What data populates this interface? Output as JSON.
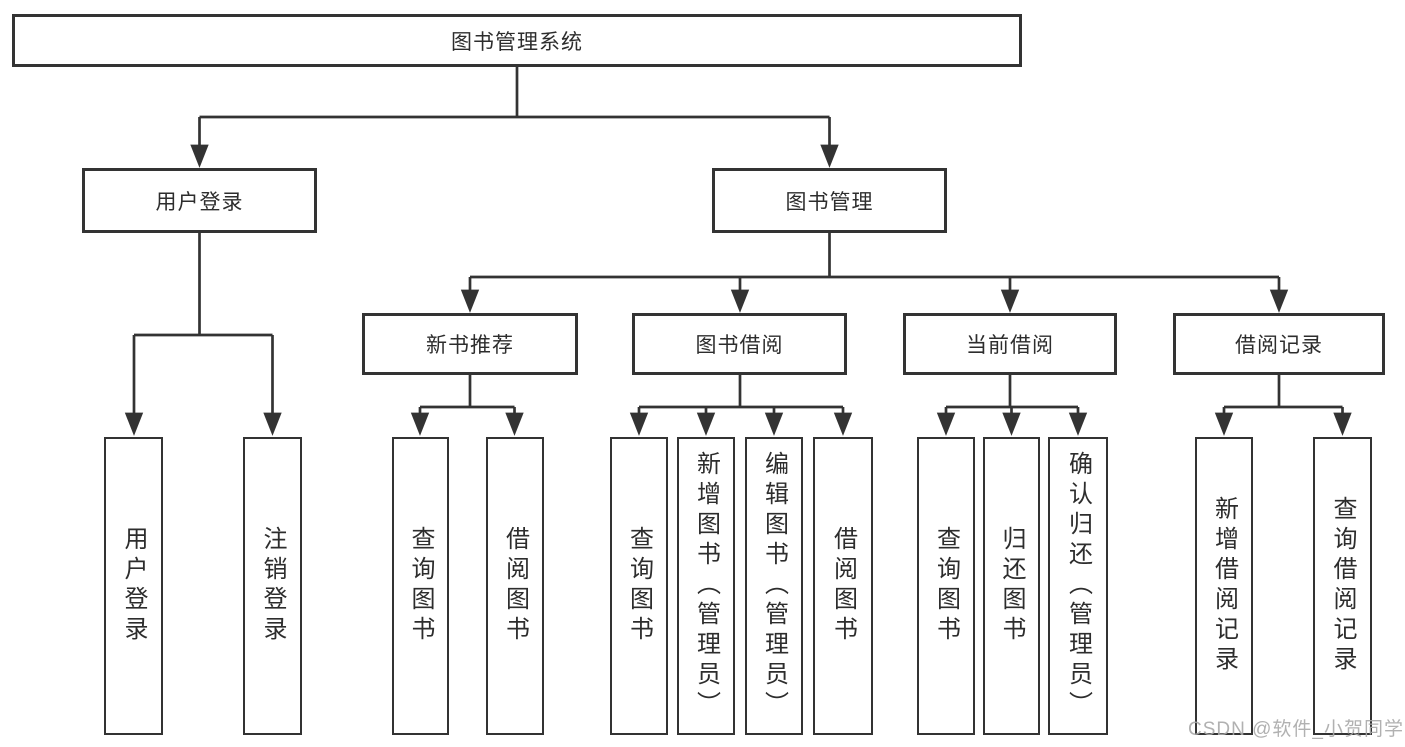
{
  "tree": {
    "label": "图书管理系统",
    "children": [
      {
        "label": "用户登录",
        "children": [
          {
            "label": "用户登录"
          },
          {
            "label": "注销登录"
          }
        ]
      },
      {
        "label": "图书管理",
        "children": [
          {
            "label": "新书推荐",
            "children": [
              {
                "label": "查询图书"
              },
              {
                "label": "借阅图书"
              }
            ]
          },
          {
            "label": "图书借阅",
            "children": [
              {
                "label": "查询图书"
              },
              {
                "label": "新增图书（管理员）"
              },
              {
                "label": "编辑图书（管理员）"
              },
              {
                "label": "借阅图书"
              }
            ]
          },
          {
            "label": "当前借阅",
            "children": [
              {
                "label": "查询图书"
              },
              {
                "label": "归还图书"
              },
              {
                "label": "确认归还（管理员）"
              }
            ]
          },
          {
            "label": "借阅记录",
            "children": [
              {
                "label": "新增借阅记录"
              },
              {
                "label": "查询借阅记录"
              }
            ]
          }
        ]
      }
    ]
  },
  "watermark": {
    "text": "CSDN @软件_小贺同学"
  },
  "colors": {
    "line": "#333333",
    "box_border": "#333333",
    "box_fill": "#ffffff",
    "text": "#2d2d2d",
    "watermark": "#a8a8a8",
    "background": "#ffffff"
  }
}
